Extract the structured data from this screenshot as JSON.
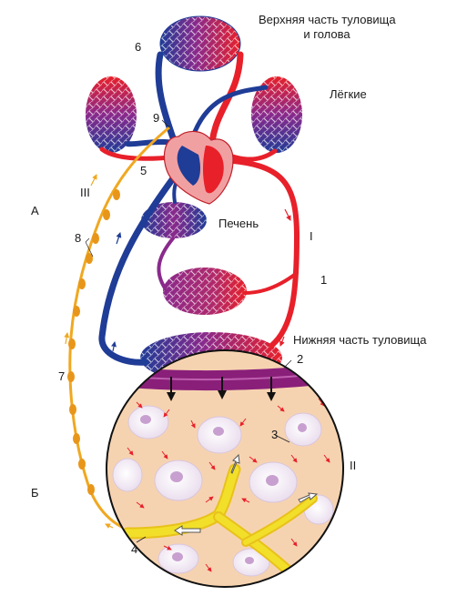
{
  "labels": {
    "upper_body": "Верхняя часть туловища",
    "upper_body_2": "и голова",
    "lungs": "Лёгкие",
    "liver": "Печень",
    "lower_body": "Нижняя часть туловища",
    "section_a": "А",
    "section_b": "Б",
    "circ_1": "I",
    "circ_2": "II",
    "circ_3": "III",
    "n1": "1",
    "n2": "2",
    "n3": "3",
    "n4": "4",
    "n5": "5",
    "n6": "6",
    "n7": "7",
    "n8": "8",
    "n9": "9"
  },
  "colors": {
    "artery": "#e8202a",
    "vein": "#1f3c96",
    "mixed": "#8a2a8c",
    "lymph": "#f0a820",
    "lymph_node": "#e8961a",
    "tissue": "#f6d3b0",
    "cell": "#efe6f0",
    "nucleus": "#c8a0d0",
    "capillary_wall": "#8a1f7a",
    "lymph_vessel_tissue": "#f2df2a"
  }
}
